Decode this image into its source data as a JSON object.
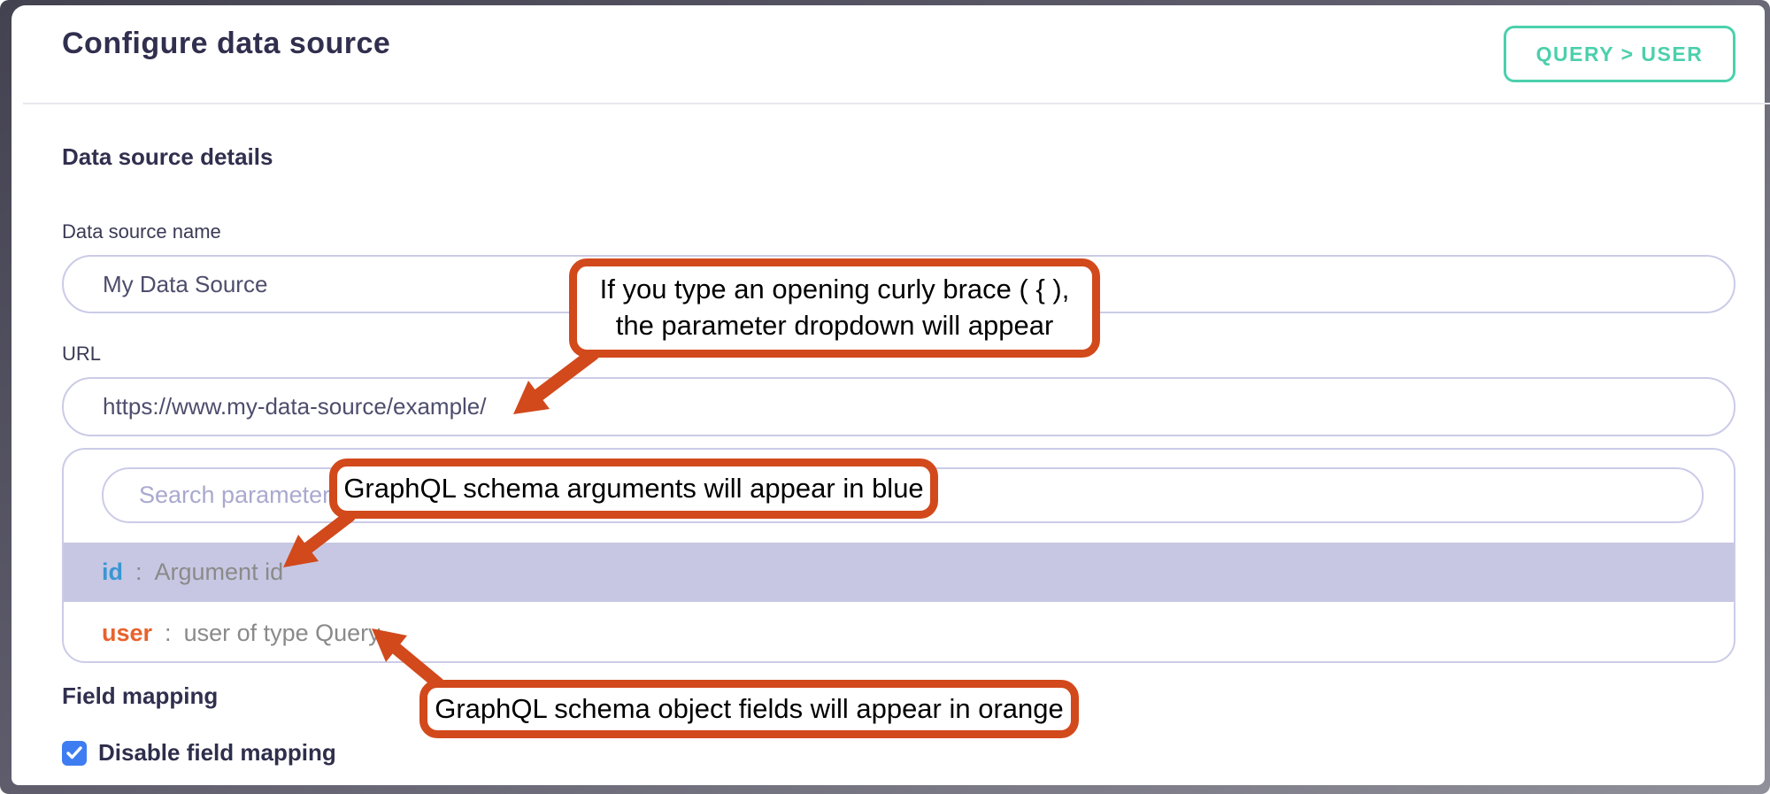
{
  "header": {
    "title": "Configure data source",
    "badge": "QUERY > USER"
  },
  "sections": {
    "details_heading": "Data source details",
    "field_mapping_heading": "Field mapping"
  },
  "fields": {
    "name": {
      "label": "Data source name",
      "value": "My Data Source"
    },
    "url": {
      "label": "URL",
      "value": "https://www.my-data-source/example/"
    }
  },
  "dropdown": {
    "search_placeholder": "Search parameter",
    "items": [
      {
        "name": "id",
        "separator": ":",
        "description": "Argument id",
        "color": "#3a96d3",
        "highlighted": true
      },
      {
        "name": "user",
        "separator": ":",
        "description": "user of type Query",
        "color": "#e8622c",
        "highlighted": false
      }
    ]
  },
  "field_mapping": {
    "checkbox_label": "Disable field mapping",
    "checked": true
  },
  "annotations": [
    {
      "lines": [
        "If you type an opening curly brace ( { ),",
        "the parameter dropdown will appear"
      ]
    },
    {
      "lines": [
        "GraphQL schema arguments will appear in blue"
      ]
    },
    {
      "lines": [
        "GraphQL schema object fields will appear in orange"
      ]
    }
  ],
  "colors": {
    "accent_teal": "#4bd0ac",
    "annotation_orange": "#d2491c",
    "argument_blue": "#3a96d3",
    "object_field_orange": "#e8622c",
    "highlight_lavender": "#c7c7e3",
    "input_border": "#cbcbe8",
    "checkbox_blue": "#3e7df1",
    "title_navy": "#302f4e"
  }
}
